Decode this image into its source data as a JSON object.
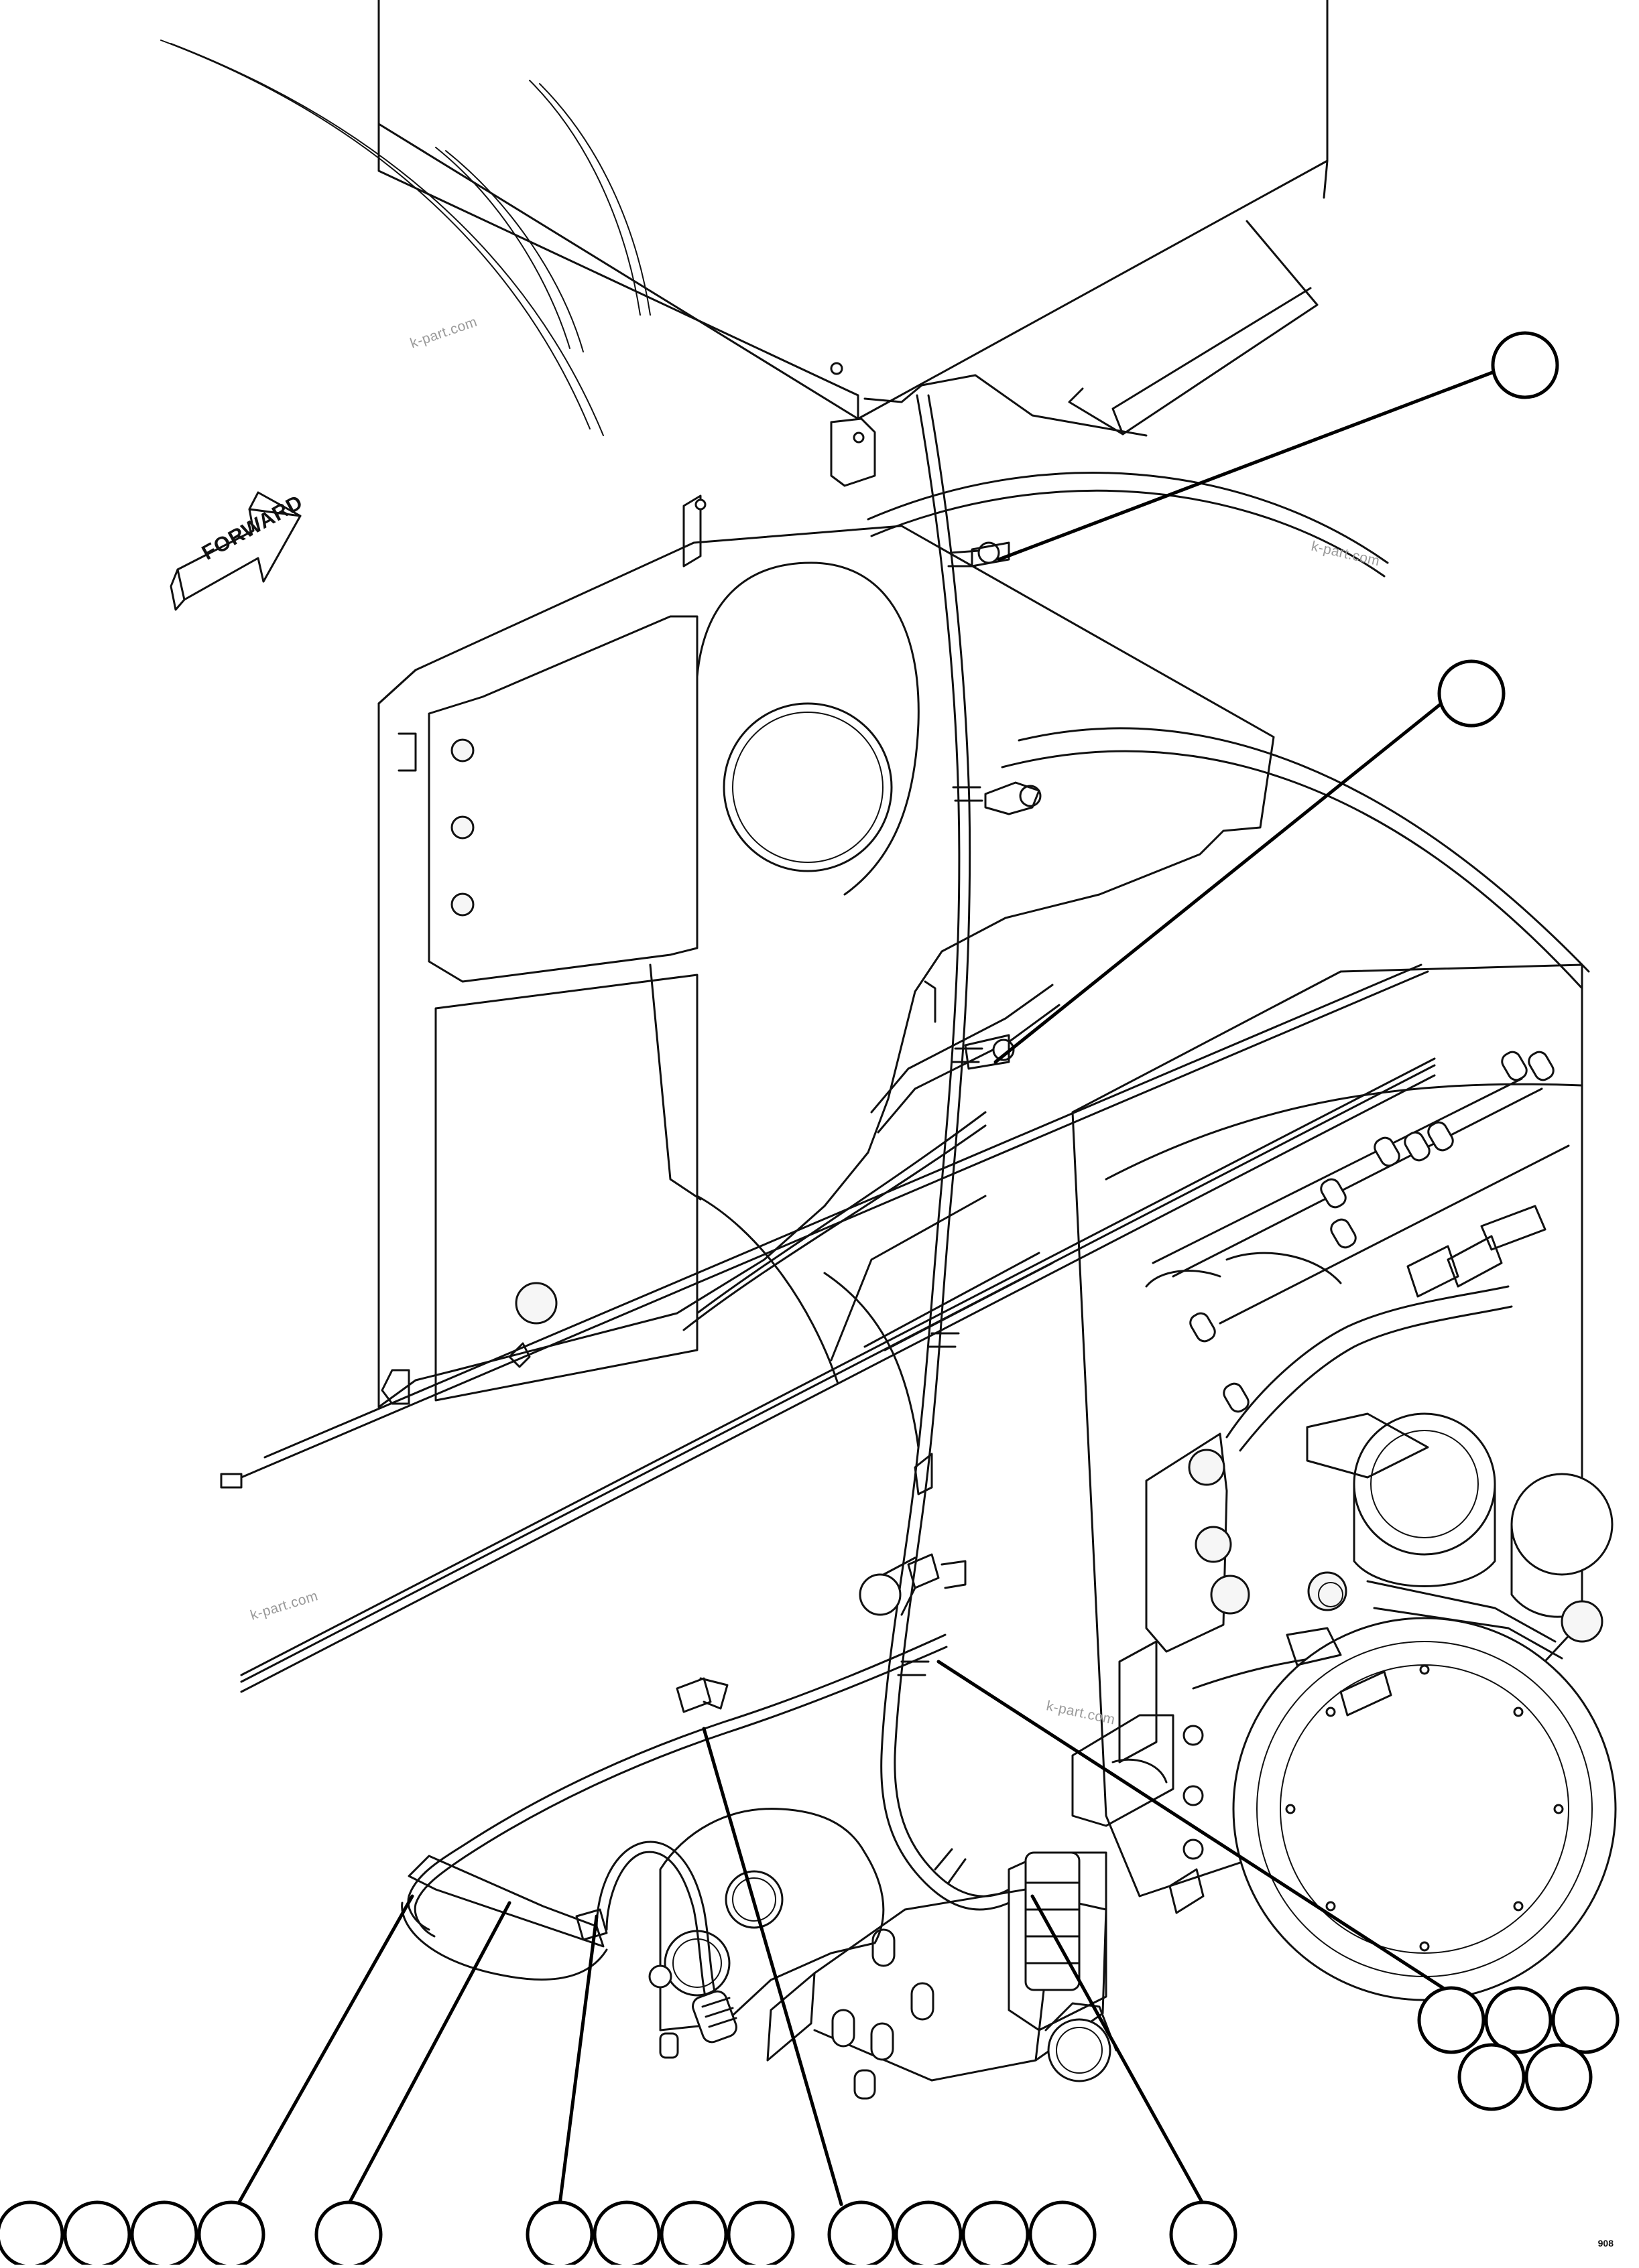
{
  "diagram": {
    "direction_label": "FORWARD",
    "watermarks": [
      "k-part.com",
      "k-part.com",
      "k-part.com",
      "k-part.com"
    ],
    "figure_code": "908"
  }
}
